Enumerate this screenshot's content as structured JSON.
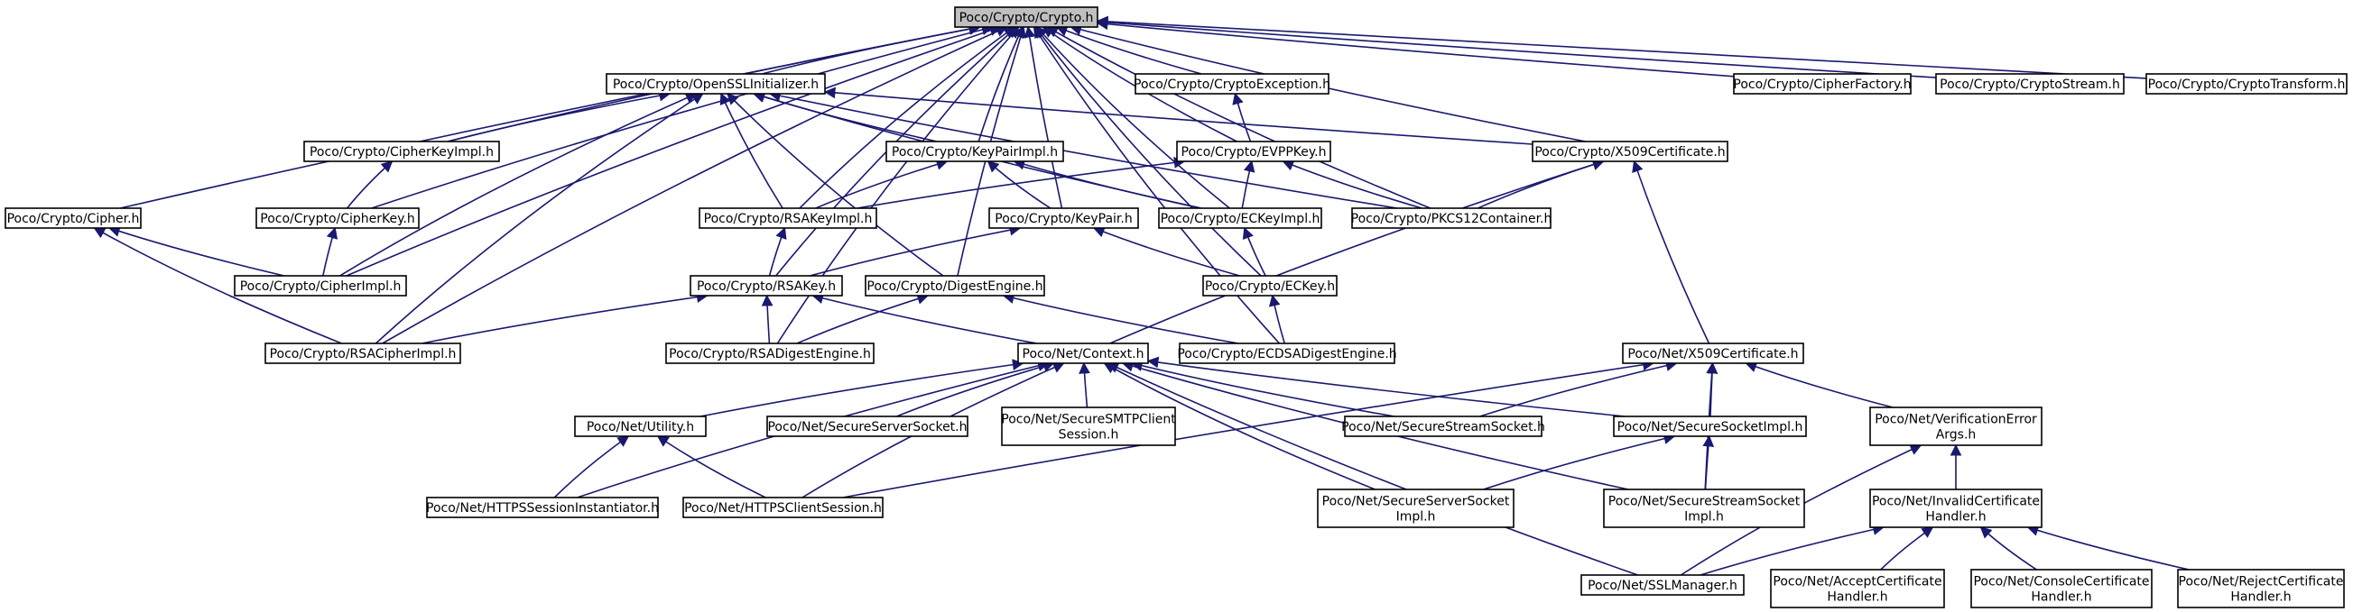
{
  "root": "Poco/Crypto/Crypto.h",
  "colors": {
    "edge": "#191970",
    "root_fill": "#bfbfbf",
    "node_fill": "#ffffff",
    "node_border": "#000000"
  },
  "nodes": [
    {
      "id": "crypto",
      "lines": [
        "Poco/Crypto/Crypto.h"
      ]
    },
    {
      "id": "openssl",
      "lines": [
        "Poco/Crypto/OpenSSLInitializer.h"
      ]
    },
    {
      "id": "cryptoexc",
      "lines": [
        "Poco/Crypto/CryptoException.h"
      ]
    },
    {
      "id": "cipherfactory",
      "lines": [
        "Poco/Crypto/CipherFactory.h"
      ]
    },
    {
      "id": "cryptostream",
      "lines": [
        "Poco/Crypto/CryptoStream.h"
      ]
    },
    {
      "id": "cryptotransform",
      "lines": [
        "Poco/Crypto/CryptoTransform.h"
      ]
    },
    {
      "id": "cipherkeyimpl",
      "lines": [
        "Poco/Crypto/CipherKeyImpl.h"
      ]
    },
    {
      "id": "keypairimpl",
      "lines": [
        "Poco/Crypto/KeyPairImpl.h"
      ]
    },
    {
      "id": "evppkey",
      "lines": [
        "Poco/Crypto/EVPPKey.h"
      ]
    },
    {
      "id": "x509c",
      "lines": [
        "Poco/Crypto/X509Certificate.h"
      ]
    },
    {
      "id": "cipher",
      "lines": [
        "Poco/Crypto/Cipher.h"
      ]
    },
    {
      "id": "cipherkey",
      "lines": [
        "Poco/Crypto/CipherKey.h"
      ]
    },
    {
      "id": "rsakeyimpl",
      "lines": [
        "Poco/Crypto/RSAKeyImpl.h"
      ]
    },
    {
      "id": "keypair",
      "lines": [
        "Poco/Crypto/KeyPair.h"
      ]
    },
    {
      "id": "eckeyimpl",
      "lines": [
        "Poco/Crypto/ECKeyImpl.h"
      ]
    },
    {
      "id": "pkcs12",
      "lines": [
        "Poco/Crypto/PKCS12Container.h"
      ]
    },
    {
      "id": "cipherimpl",
      "lines": [
        "Poco/Crypto/CipherImpl.h"
      ]
    },
    {
      "id": "rsakey",
      "lines": [
        "Poco/Crypto/RSAKey.h"
      ]
    },
    {
      "id": "digestengine",
      "lines": [
        "Poco/Crypto/DigestEngine.h"
      ]
    },
    {
      "id": "eckey",
      "lines": [
        "Poco/Crypto/ECKey.h"
      ]
    },
    {
      "id": "rsacipherimpl",
      "lines": [
        "Poco/Crypto/RSACipherImpl.h"
      ]
    },
    {
      "id": "rsadigest",
      "lines": [
        "Poco/Crypto/RSADigestEngine.h"
      ]
    },
    {
      "id": "context",
      "lines": [
        "Poco/Net/Context.h"
      ]
    },
    {
      "id": "ecdsadigest",
      "lines": [
        "Poco/Crypto/ECDSADigestEngine.h"
      ]
    },
    {
      "id": "netx509",
      "lines": [
        "Poco/Net/X509Certificate.h"
      ]
    },
    {
      "id": "utility",
      "lines": [
        "Poco/Net/Utility.h"
      ]
    },
    {
      "id": "secserversocket",
      "lines": [
        "Poco/Net/SecureServerSocket.h"
      ]
    },
    {
      "id": "secsmtp",
      "lines": [
        "Poco/Net/SecureSMTPClient",
        "Session.h"
      ]
    },
    {
      "id": "secstreamsocket",
      "lines": [
        "Poco/Net/SecureStreamSocket.h"
      ]
    },
    {
      "id": "secsocketimpl",
      "lines": [
        "Poco/Net/SecureSocketImpl.h"
      ]
    },
    {
      "id": "verifyerr",
      "lines": [
        "Poco/Net/VerificationError",
        "Args.h"
      ]
    },
    {
      "id": "httpsinst",
      "lines": [
        "Poco/Net/HTTPSSessionInstantiator.h"
      ]
    },
    {
      "id": "httpsclient",
      "lines": [
        "Poco/Net/HTTPSClientSession.h"
      ]
    },
    {
      "id": "secserversockimpl",
      "lines": [
        "Poco/Net/SecureServerSocket",
        "Impl.h"
      ]
    },
    {
      "id": "secstreamsockimpl",
      "lines": [
        "Poco/Net/SecureStreamSocket",
        "Impl.h"
      ]
    },
    {
      "id": "invalidcert",
      "lines": [
        "Poco/Net/InvalidCertificate",
        "Handler.h"
      ]
    },
    {
      "id": "sslmanager",
      "lines": [
        "Poco/Net/SSLManager.h"
      ]
    },
    {
      "id": "acceptcert",
      "lines": [
        "Poco/Net/AcceptCertificate",
        "Handler.h"
      ]
    },
    {
      "id": "consolecert",
      "lines": [
        "Poco/Net/ConsoleCertificate",
        "Handler.h"
      ]
    },
    {
      "id": "rejectcert",
      "lines": [
        "Poco/Net/RejectCertificate",
        "Handler.h"
      ]
    }
  ]
}
